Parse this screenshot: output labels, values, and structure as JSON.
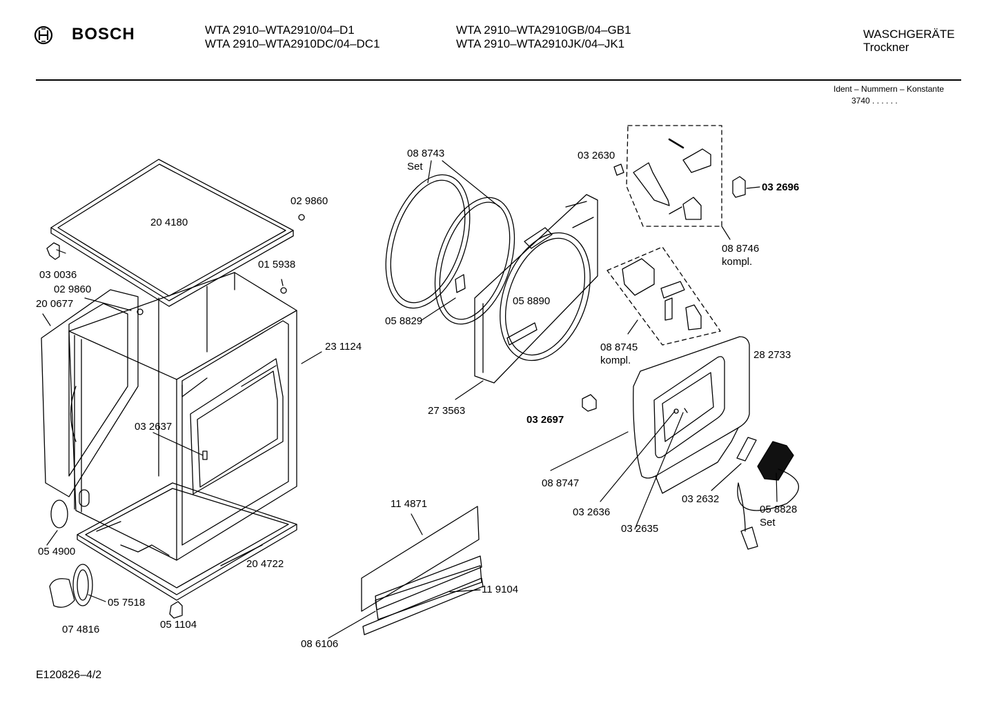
{
  "header": {
    "brand": "BOSCH",
    "models": [
      "WTA 2910–WTA2910/04–D1",
      "WTA 2910–WTA2910DC/04–DC1",
      "WTA 2910–WTA2910GB/04–GB1",
      "WTA 2910–WTA2910JK/04–JK1"
    ],
    "category": "WASCHGERÄTE",
    "subcategory": "Trockner",
    "ident_title": "Ident – Nummern – Konstante",
    "ident_value": "3740 . .   . . . ."
  },
  "parts": [
    {
      "id": "p1",
      "label": "20 4180"
    },
    {
      "id": "p2",
      "label": "02 9860"
    },
    {
      "id": "p3",
      "label": "03 0036"
    },
    {
      "id": "p4",
      "label": "01 5938"
    },
    {
      "id": "p5",
      "label": "02 9860"
    },
    {
      "id": "p6",
      "label": "20 0677"
    },
    {
      "id": "p7",
      "label": "23 1124"
    },
    {
      "id": "p8",
      "label": "03 2637"
    },
    {
      "id": "p9",
      "label": "05 4900"
    },
    {
      "id": "p10",
      "label": "20 4722"
    },
    {
      "id": "p11",
      "label": "05 7518"
    },
    {
      "id": "p12",
      "label": "07 4816"
    },
    {
      "id": "p13",
      "label": "05 1104"
    },
    {
      "id": "p14",
      "label": "08 8743",
      "note": "Set"
    },
    {
      "id": "p15",
      "label": "03 2630"
    },
    {
      "id": "p16",
      "label": "03 2696",
      "bold": true
    },
    {
      "id": "p17",
      "label": "08 8746",
      "note": "kompl."
    },
    {
      "id": "p18",
      "label": "05 8890"
    },
    {
      "id": "p19",
      "label": "05 8829"
    },
    {
      "id": "p20",
      "label": "08 8745",
      "note": "kompl."
    },
    {
      "id": "p21",
      "label": "28 2733"
    },
    {
      "id": "p22",
      "label": "27 3563"
    },
    {
      "id": "p23",
      "label": "03 2697",
      "bold": true
    },
    {
      "id": "p24",
      "label": "08 8747"
    },
    {
      "id": "p25",
      "label": "03 2632"
    },
    {
      "id": "p26",
      "label": "05 8828",
      "note": "Set"
    },
    {
      "id": "p27",
      "label": "03 2636"
    },
    {
      "id": "p28",
      "label": "03 2635"
    },
    {
      "id": "p29",
      "label": "11 4871"
    },
    {
      "id": "p30",
      "label": "11 9104"
    },
    {
      "id": "p31",
      "label": "08 6106"
    }
  ],
  "footer": {
    "code": "E120826–4/2"
  }
}
